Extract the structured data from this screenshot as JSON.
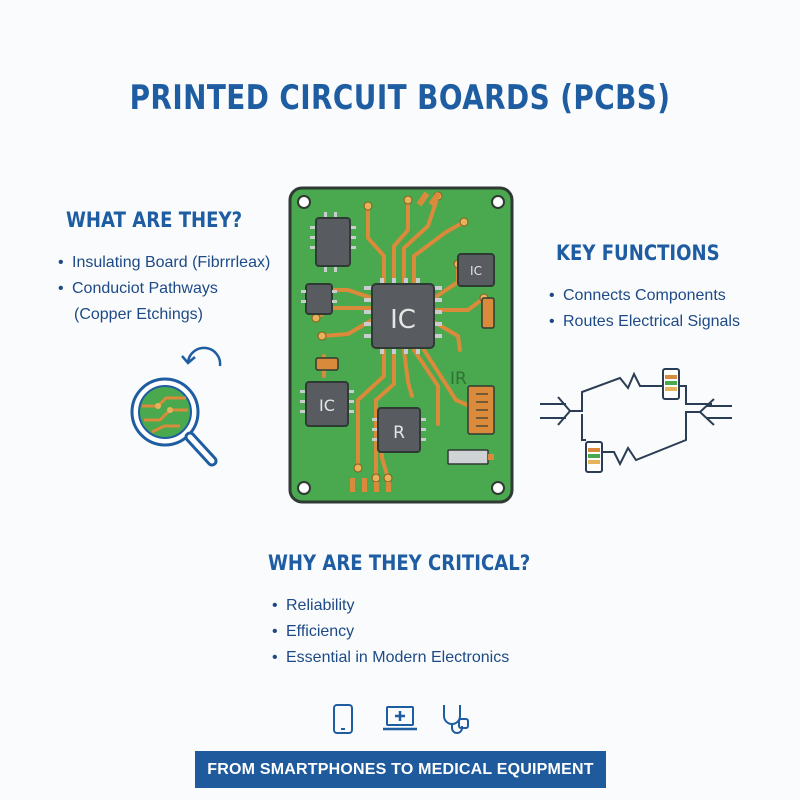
{
  "title": "PRINTED CIRCUIT BOARDS (PCBS)",
  "what": {
    "heading": "WHAT ARE THEY?",
    "items": [
      "Insulating Board (Fibrrrleax)",
      "Conduciot Pathways"
    ],
    "item2_cont": "(Copper Etchings)"
  },
  "functions": {
    "heading": "KEY FUNCTIONS",
    "items": [
      "Connects Components",
      "Routes Electrical Signals"
    ]
  },
  "critical": {
    "heading": "WHY ARE THEY CRITICAL?",
    "items": [
      "Reliability",
      "Efficiency",
      "Essential in Modern Electronics"
    ]
  },
  "board": {
    "main_chip": "IC",
    "small_chip_tr": "IC",
    "small_chip_bl": "IC",
    "resistor_chip": "R",
    "silk_label": "IR"
  },
  "banner": "FROM SMARTPHONES TO MEDICAL EQUIPMENT",
  "icons": [
    "smartphone-icon",
    "laptop-medical-icon",
    "stethoscope-icon",
    "magnifier-icon",
    "signal-routing-icon"
  ],
  "colors": {
    "title_blue": "#1f5da2",
    "board_green": "#4aa84e",
    "trace_orange": "#d98a3a",
    "banner_blue": "#1f5a9c"
  }
}
